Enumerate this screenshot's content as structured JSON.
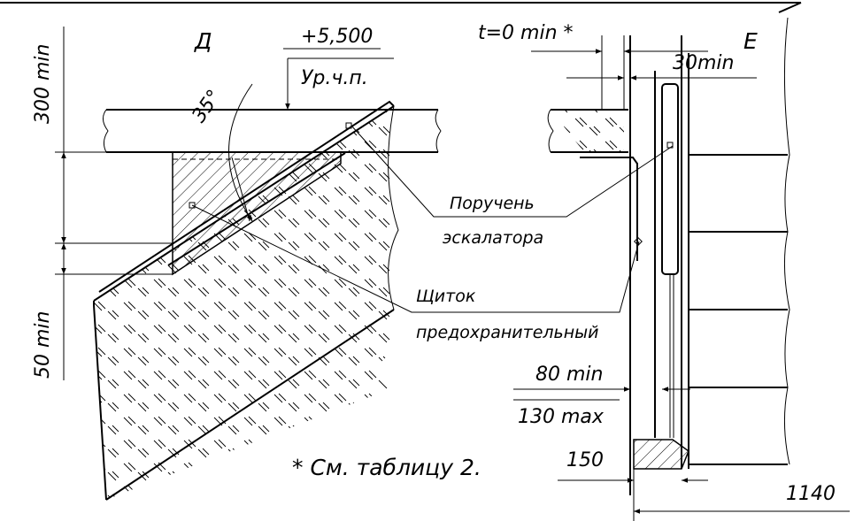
{
  "view_left": {
    "title": "Д",
    "elevation": "+5,500",
    "level_label": "Ур.ч.п.",
    "angle": "35°",
    "dim_top": "300 min",
    "dim_bottom": "50 min"
  },
  "view_right": {
    "title": "Е",
    "gap_top": "t=0 min *",
    "gap_top_right": "30min",
    "dim_min": "80 min",
    "dim_max": "130 max",
    "dim_150": "150",
    "dim_1140": "1140"
  },
  "callouts": {
    "handrail_line1": "Поручень",
    "handrail_line2": "эскалатора",
    "shield_line1": "Щиток",
    "shield_line2": "предохранительный"
  },
  "footnote": "* См. таблицу 2."
}
